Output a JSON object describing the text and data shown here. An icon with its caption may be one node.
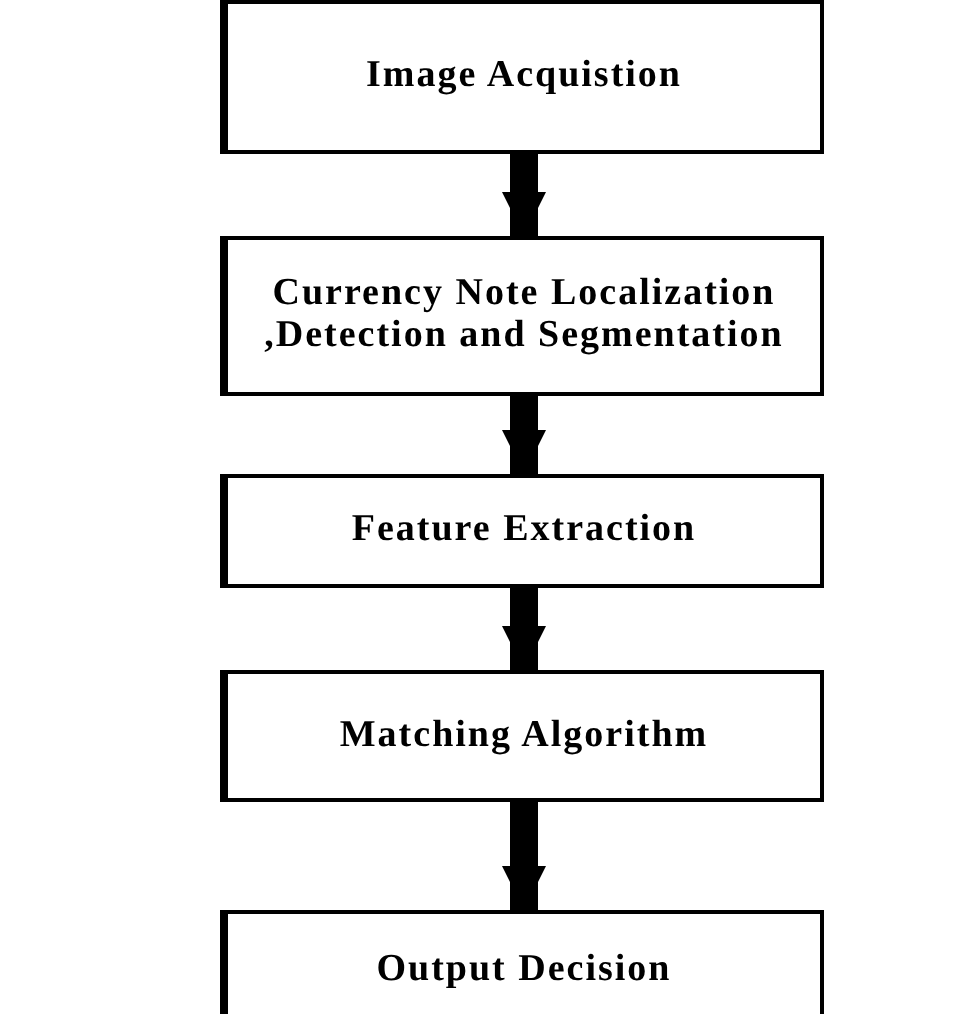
{
  "diagram": {
    "nodes": [
      {
        "text": [
          "Image Acquistion"
        ]
      },
      {
        "text": [
          "Currency Note Localization ,Detection and Segmentation"
        ]
      },
      {
        "text": [
          "Feature Extraction"
        ]
      },
      {
        "text": [
          "Matching Algorithm"
        ]
      },
      {
        "text": [
          "Output Decision"
        ]
      }
    ],
    "edges": [
      {
        "from": 0,
        "to": 1,
        "arrow": "to"
      },
      {
        "from": 1,
        "to": 2,
        "arrow": "to"
      },
      {
        "from": 2,
        "to": 3,
        "arrow": "to"
      },
      {
        "from": 3,
        "to": 4,
        "arrow": "to"
      }
    ]
  }
}
